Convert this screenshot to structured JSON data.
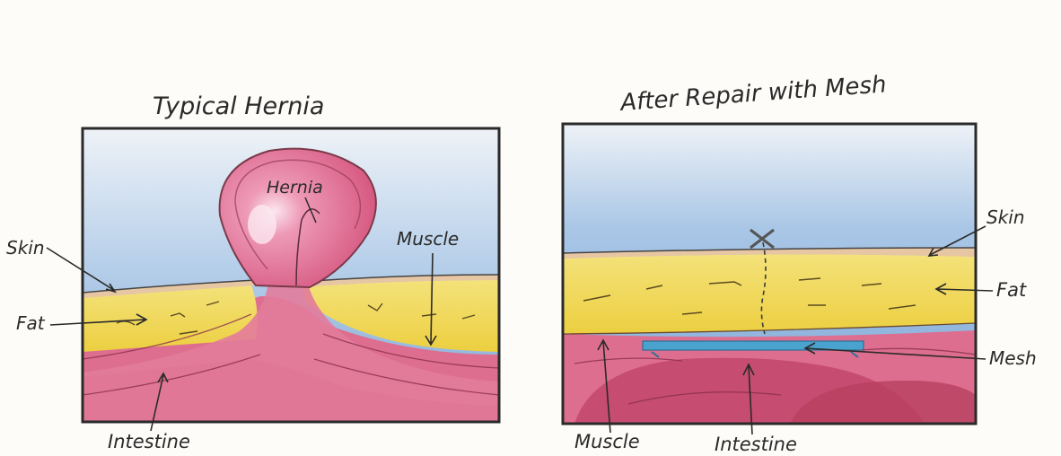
{
  "panels": {
    "left": {
      "title": "Typical Hernia",
      "labels": {
        "hernia": "Hernia",
        "skin": "Skin",
        "fat": "Fat",
        "muscle": "Muscle",
        "intestine": "Intestine"
      }
    },
    "right": {
      "title": "After Repair with Mesh",
      "labels": {
        "skin": "Skin",
        "fat": "Fat",
        "mesh": "Mesh",
        "muscle": "Muscle",
        "intestine": "Intestine"
      }
    }
  },
  "colors": {
    "paper": "#fdfcf9",
    "sky": "#8fb6de",
    "skin": "#e7c6a4",
    "fat": "#f2dd57",
    "muscle": "#dd6e8f",
    "muscle_dark": "#c2486c",
    "hernia": "#e06c92",
    "mesh": "#4aa3cf",
    "outline": "#2a2a2a"
  }
}
